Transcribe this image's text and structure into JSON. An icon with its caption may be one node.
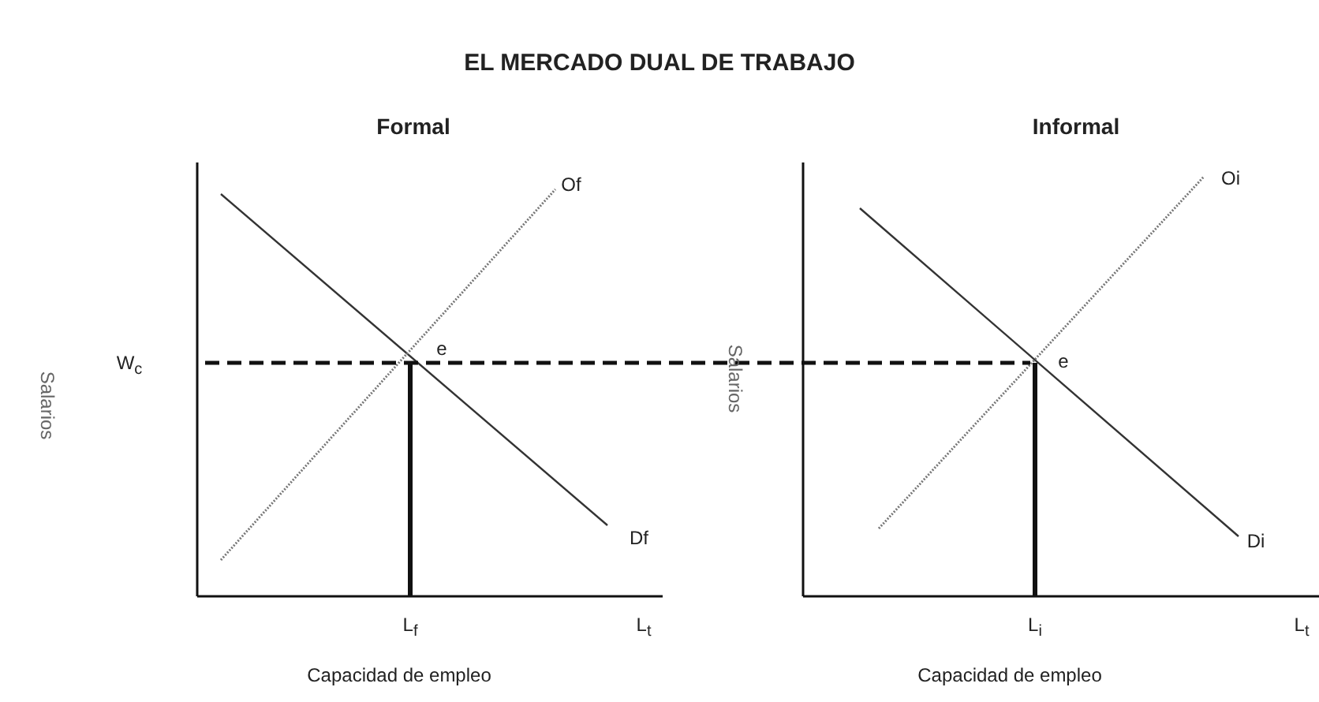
{
  "diagram": {
    "title": "EL MERCADO DUAL DE TRABAJO",
    "labels": [
      "Formal",
      "Informal",
      "Of",
      "Oi",
      "Salarios",
      "W$_{c}$",
      "e",
      "Salarios",
      "e",
      "Df",
      "Di",
      "L$_{f}$",
      "L$_{t}$",
      "L$_{i}$",
      "L$_{t}$",
      "Capacidad de empleo",
      "Capacidad de empleo"
    ]
  }
}
